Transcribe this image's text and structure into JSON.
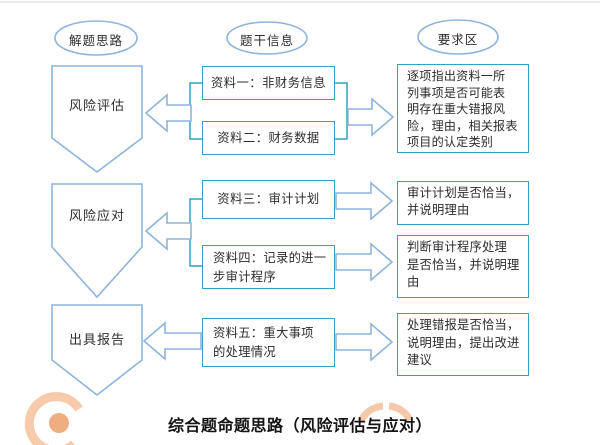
{
  "diagram": {
    "headers": {
      "left": "解题思路",
      "middle": "题干信息",
      "right": "要求区"
    },
    "stages": [
      {
        "label": "风险评估"
      },
      {
        "label": "风险应对"
      },
      {
        "label": "出具报告"
      }
    ],
    "materials": [
      {
        "label": "资料一：非财务信息"
      },
      {
        "label": "资料二：财务数据"
      },
      {
        "label": "资料三：审计计划"
      },
      {
        "label": "资料四：记录的进一\n步审计程序"
      },
      {
        "label": "资料五：重大事项\n的处理情况"
      }
    ],
    "requirements": [
      {
        "text": "逐项指出资料一所\n列事项是否可能表\n明存在重大错报风\n险，理由，相关报表\n项目的认定类别"
      },
      {
        "text": "审计计划是否恰当，\n并说明理由"
      },
      {
        "text": "判断审计程序处理\n是否恰当，并说明理\n由"
      },
      {
        "text": "处理错报是否恰当，\n说明理由，提出改进\n建议"
      }
    ],
    "caption": "综合题命题思路（风险评估与应对）",
    "colors": {
      "shape_outline_blue": "#8fb4da",
      "box_border_teal": "#35a0bf",
      "text": "#2d2d2d",
      "watermark_orange": "#ea9a61"
    }
  }
}
